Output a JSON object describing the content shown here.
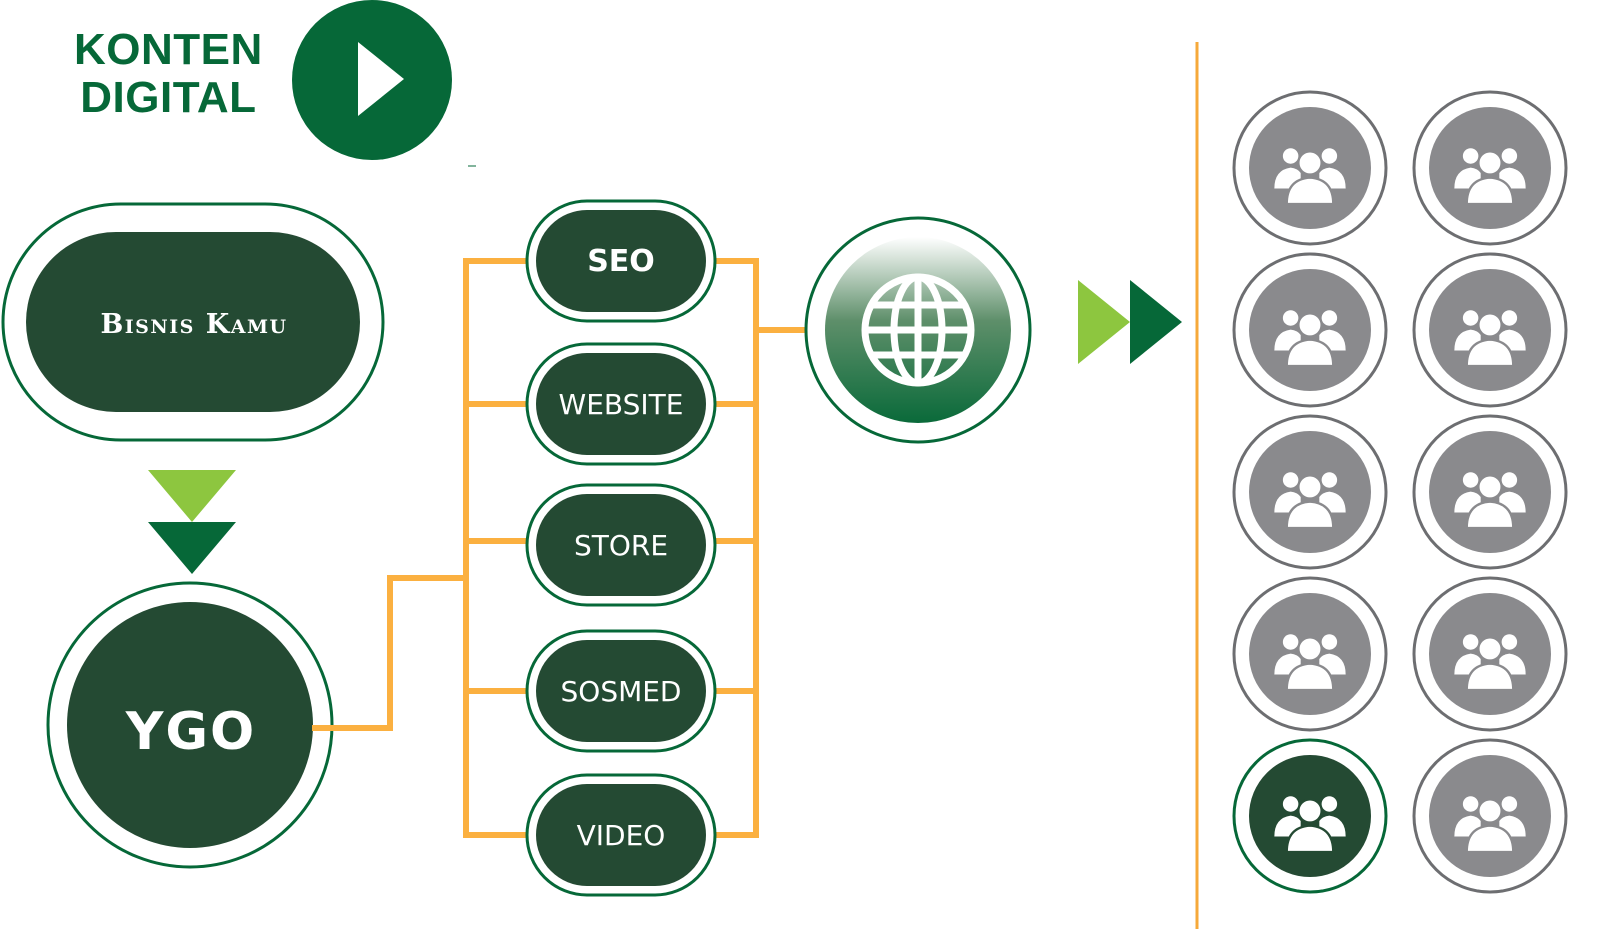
{
  "header": {
    "title_line1": "KONTEN",
    "title_line2": "DIGITAL",
    "play_icon": "play-icon"
  },
  "business": {
    "label": "Bisnis Kamu"
  },
  "hub": {
    "label": "YGO"
  },
  "channels": [
    {
      "label": "SEO"
    },
    {
      "label": "WEBSITE"
    },
    {
      "label": "STORE"
    },
    {
      "label": "SOSMED"
    },
    {
      "label": "VIDEO"
    }
  ],
  "web_icon": "globe-icon",
  "audience": {
    "icon": "users-icon",
    "count": 10,
    "highlighted_index": 8
  },
  "colors": {
    "dark_green": "#244a33",
    "brand_green": "#066838",
    "light_green": "#8dc63f",
    "connector_orange": "#fbb040",
    "divider_orange": "#f6a93a",
    "audience_gray": "#8a8a8d"
  }
}
